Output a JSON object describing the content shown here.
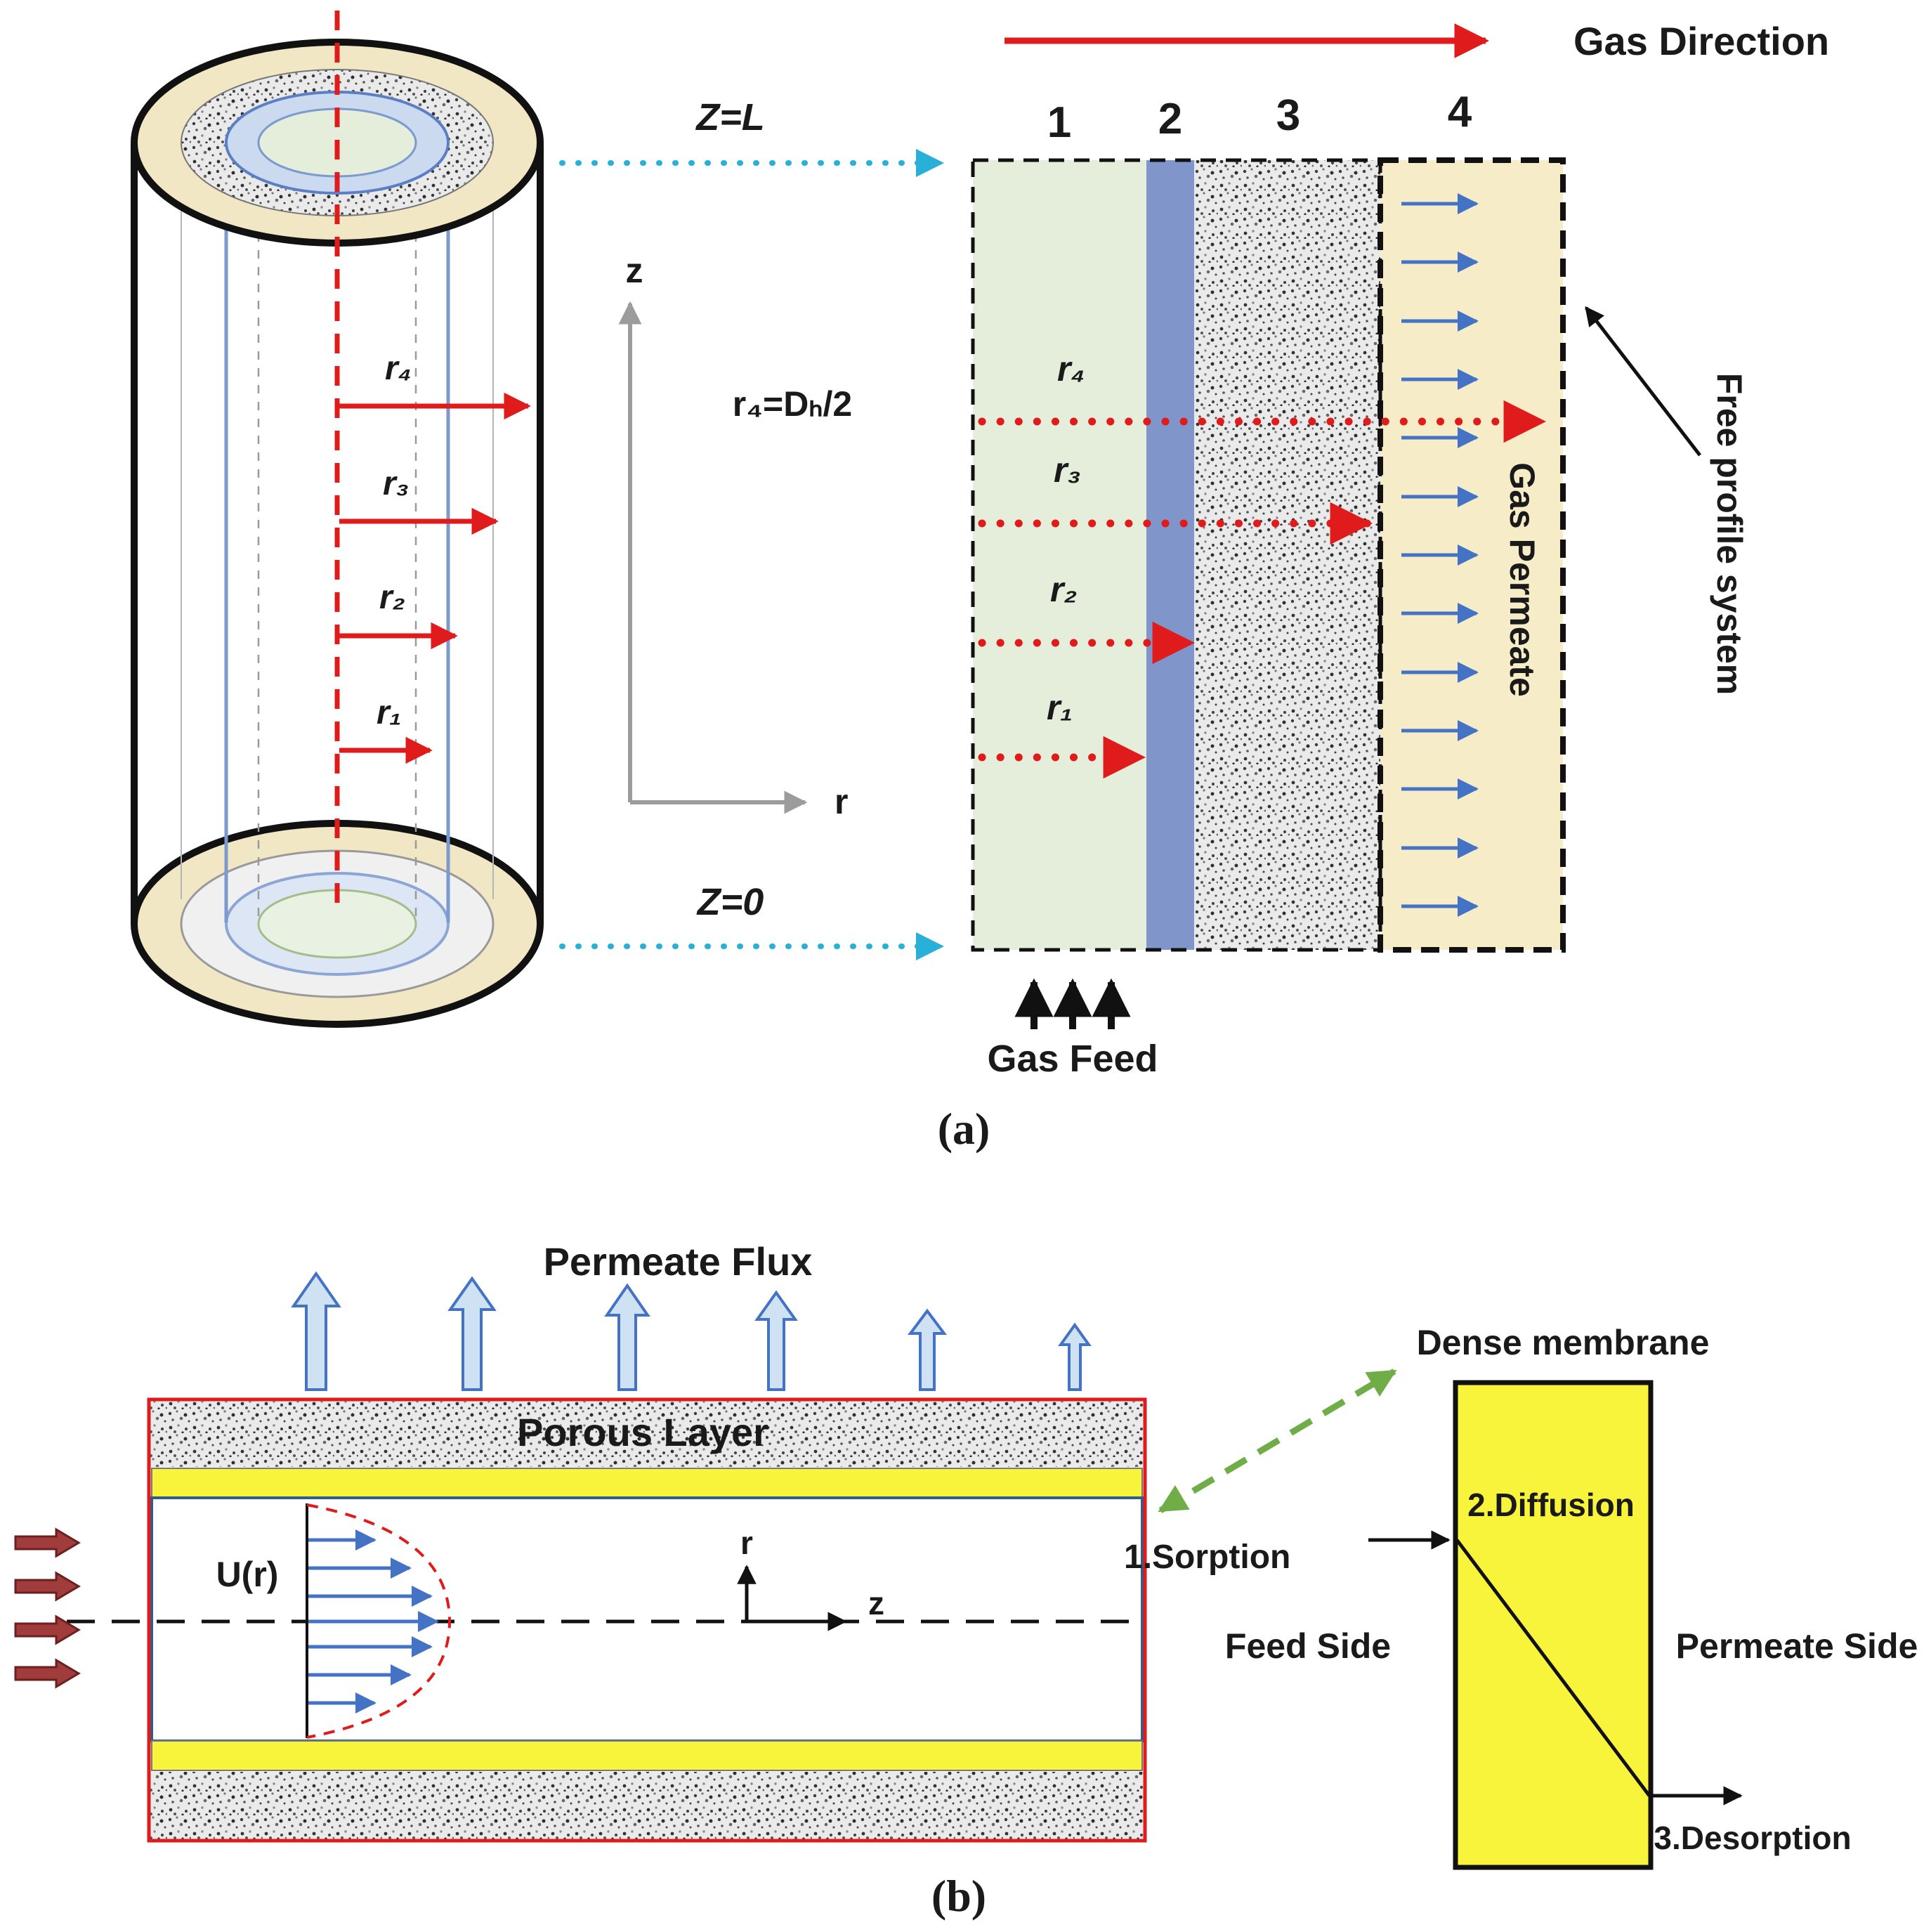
{
  "colors": {
    "red": "#e01b1b",
    "blue": "#4472c4",
    "light_blue": "#cfe2f3",
    "cyan": "#29b0d8",
    "green": "#70ad47",
    "gray_axis": "#9c9c9c",
    "layer_feed_green": "#e4eedb",
    "layer_membrane_blue": "#8096cb",
    "layer_permeate_yellow": "#f6ecc8",
    "bright_yellow": "#f8f43c",
    "cream": "#f2e7c4",
    "maroon": "#a03c3c",
    "text_dark": "#1a1a1a"
  },
  "panel_a": {
    "label": "(a)",
    "gas_direction": "Gas Direction",
    "z_top": "Z=L",
    "z_bottom": "Z=0",
    "z_axis": "z",
    "r_axis": "r",
    "r4_equation": "r₄=Dₕ/2",
    "layers": [
      "1",
      "2",
      "3",
      "4"
    ],
    "cylinder_radii": [
      "r₄",
      "r₃",
      "r₂",
      "r₁"
    ],
    "section_radii": [
      "r₄",
      "r₃",
      "r₂",
      "r₁"
    ],
    "gas_permeate": "Gas Permeate",
    "free_profile_system": "Free profile system",
    "gas_feed": "Gas Feed"
  },
  "panel_b": {
    "label": "(b)",
    "permeate_flux": "Permeate Flux",
    "porous_layer": "Porous Layer",
    "velocity_profile": "U(r)",
    "r_axis": "r",
    "z_axis": "z",
    "sorption": "1.Sorption",
    "dense_membrane": "Dense membrane",
    "diffusion": "2.Diffusion",
    "desorption": "3.Desorption",
    "feed_side": "Feed Side",
    "permeate_side": "Permeate Side"
  }
}
